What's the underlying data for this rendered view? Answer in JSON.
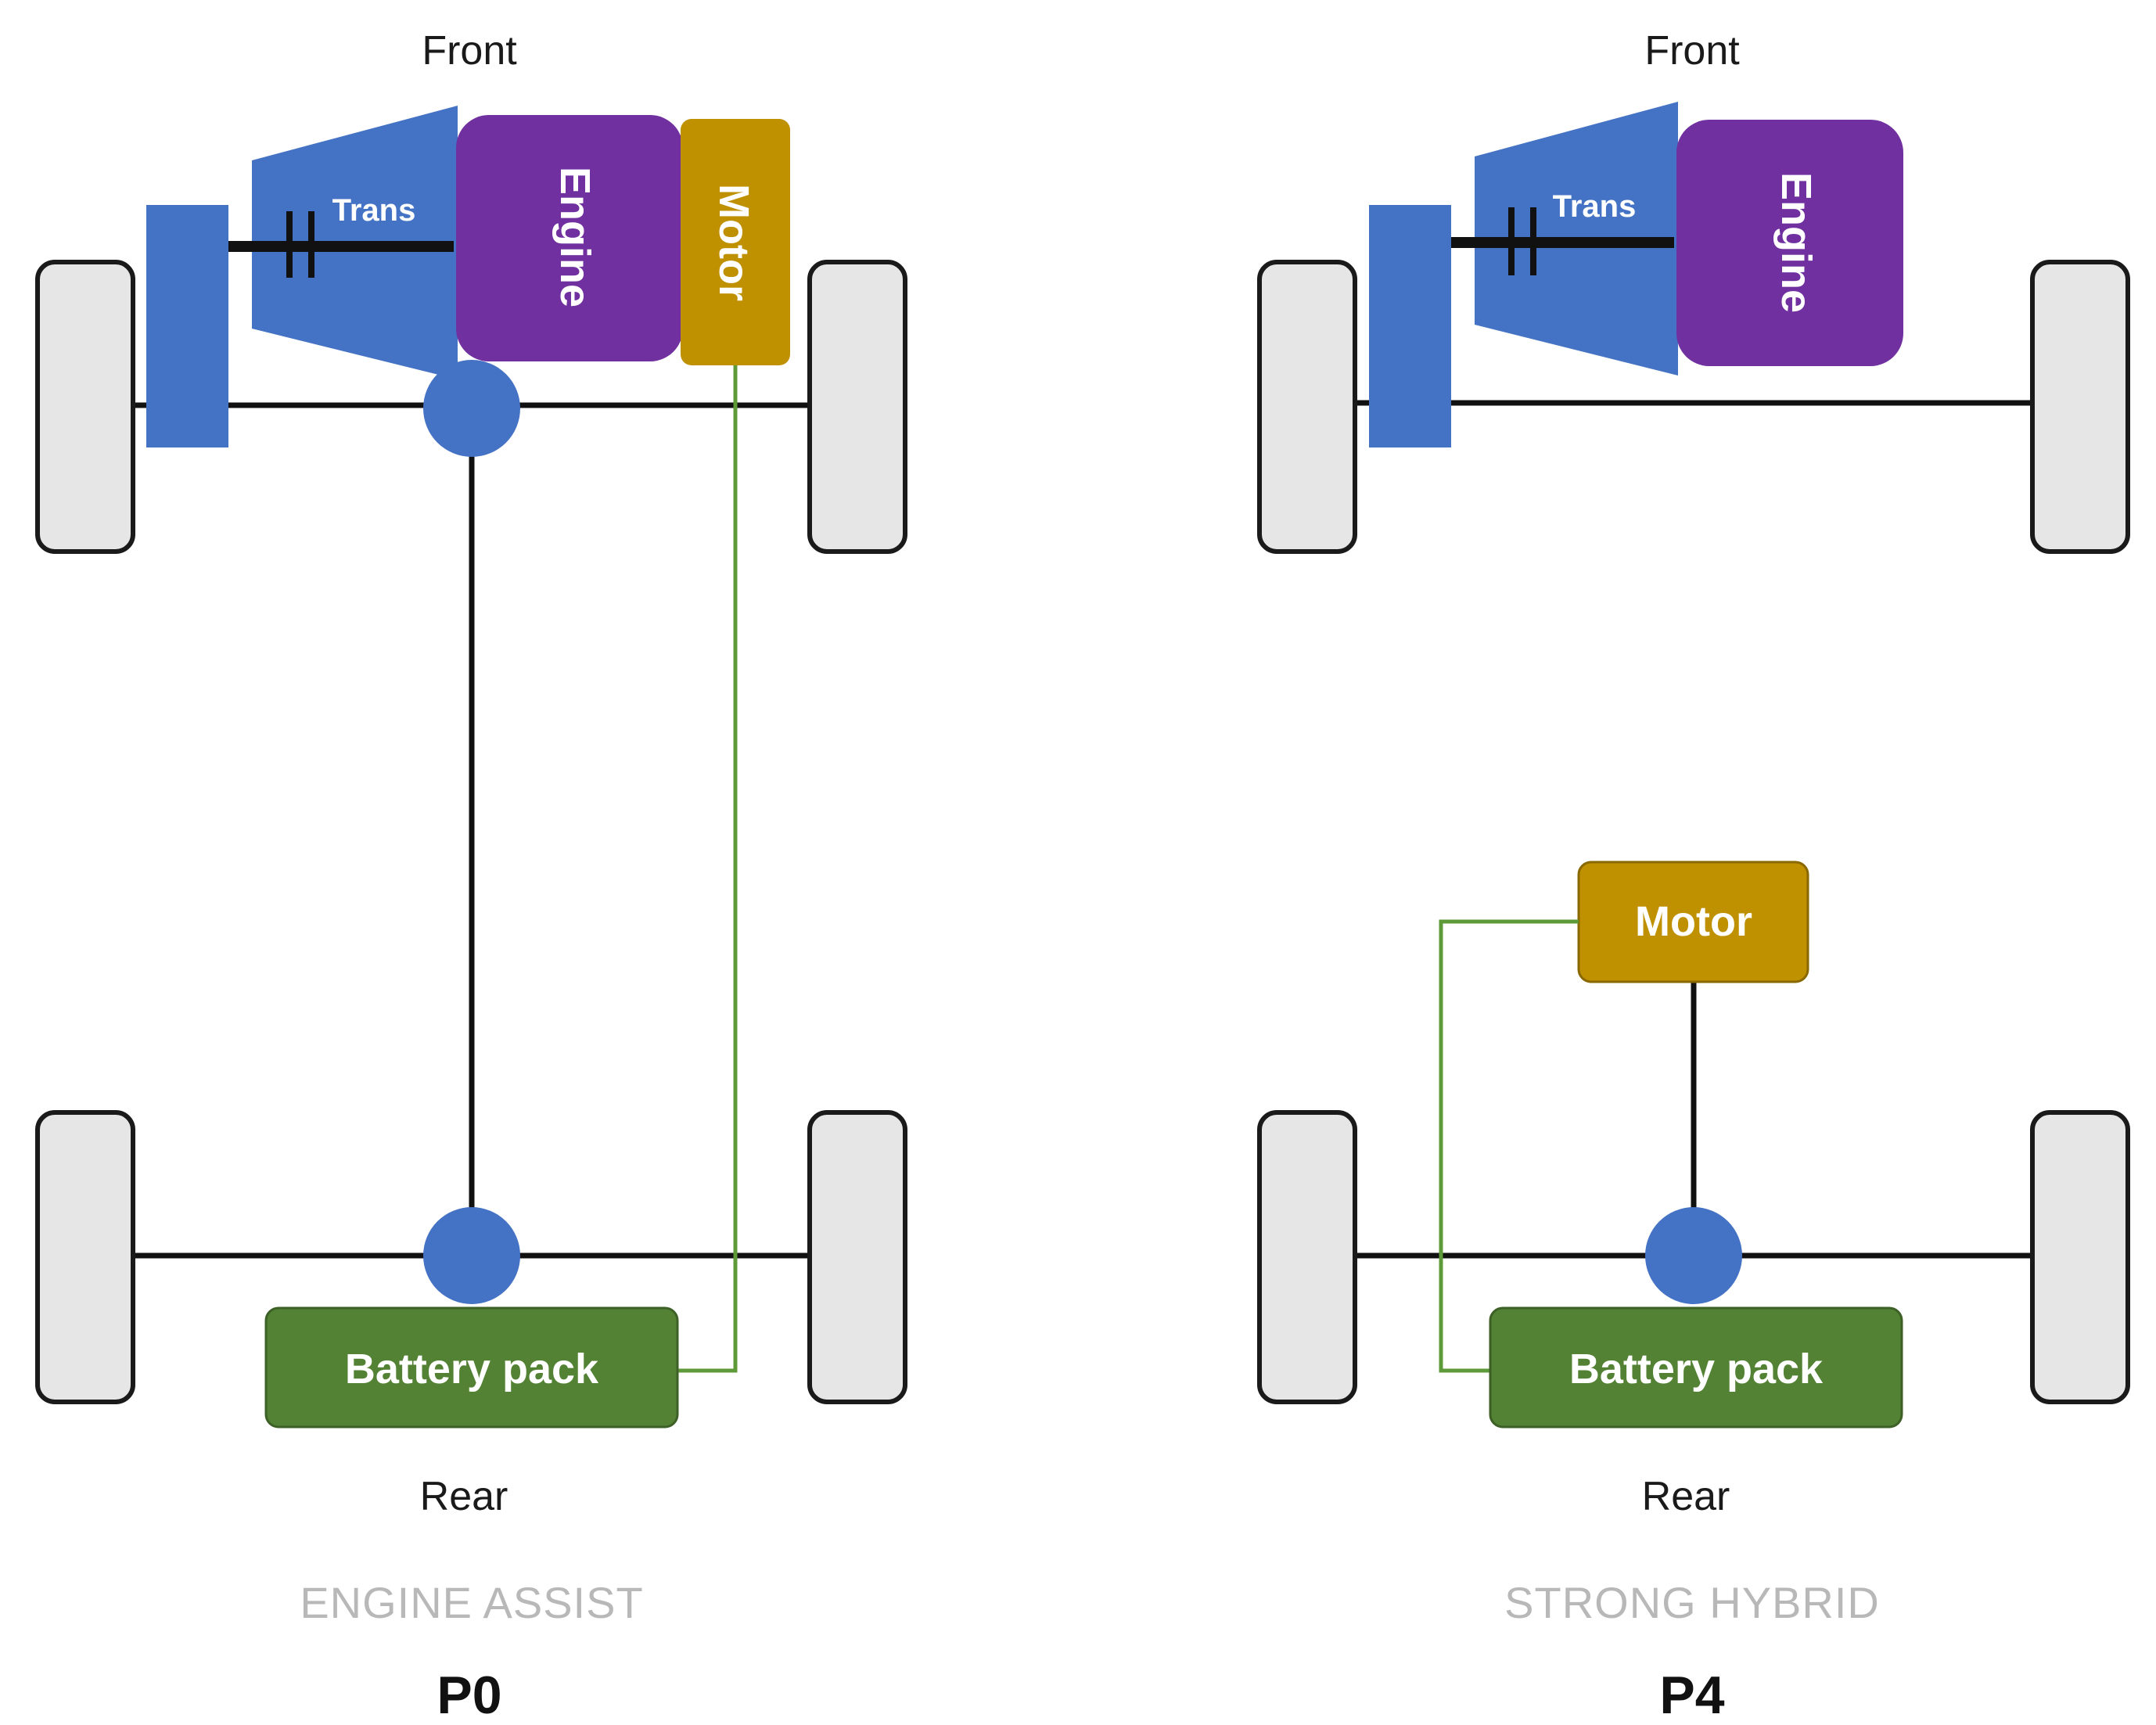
{
  "colors": {
    "wheel": "#e6e6e6",
    "trans": "#4472c4",
    "engine": "#7030a0",
    "motor": "#bf9000",
    "battery": "#548235",
    "wire": "#5f9a38",
    "differential": "#4472c4"
  },
  "panels": [
    {
      "front_label": "Front",
      "rear_label": "Rear",
      "trans_label": "Trans",
      "engine_label": "Engine",
      "motor_label": "Motor",
      "battery_label": "Battery pack",
      "caption": "ENGINE ASSIST",
      "code": "P0"
    },
    {
      "front_label": "Front",
      "rear_label": "Rear",
      "trans_label": "Trans",
      "engine_label": "Engine",
      "motor_label": "Motor",
      "battery_label": "Battery pack",
      "caption": "STRONG HYBRID",
      "code": "P4"
    }
  ]
}
